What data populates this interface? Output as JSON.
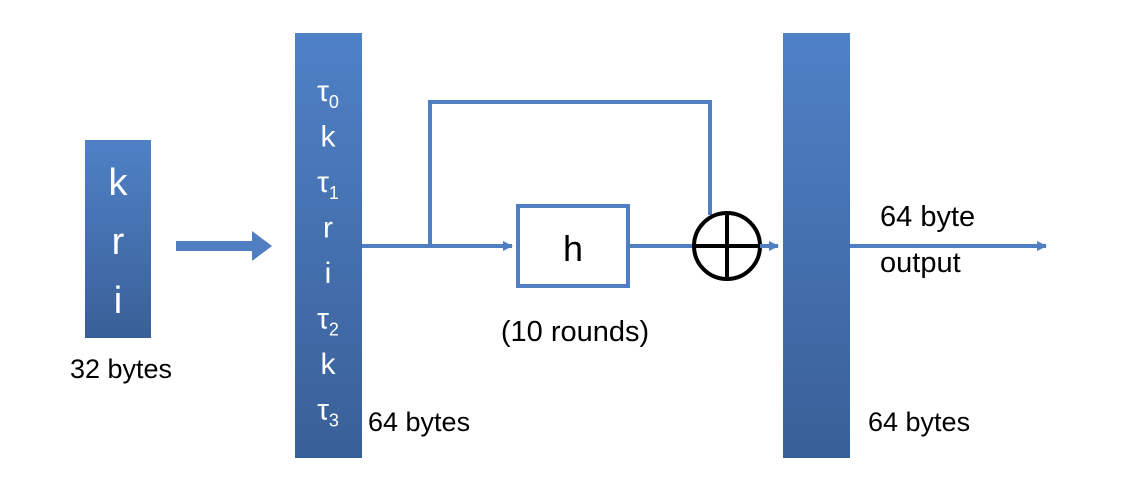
{
  "input_block": {
    "rows": [
      "k",
      "r",
      "i"
    ],
    "size_label": "32 bytes"
  },
  "state_block": {
    "rows": [
      {
        "base": "τ",
        "sub": "0"
      },
      {
        "base": "k",
        "sub": ""
      },
      {
        "base": "τ",
        "sub": "1"
      },
      {
        "base": "r",
        "sub": ""
      },
      {
        "base": "i",
        "sub": ""
      },
      {
        "base": "τ",
        "sub": "2"
      },
      {
        "base": "k",
        "sub": ""
      },
      {
        "base": "τ",
        "sub": "3"
      }
    ],
    "size_label": "64 bytes"
  },
  "hash_box": {
    "label": "h",
    "caption": "(10 rounds)"
  },
  "output_block": {
    "size_label": "64 bytes",
    "output_label_line1": "64 byte",
    "output_label_line2": "output"
  },
  "colors": {
    "block_top": "#4f81c7",
    "block_bottom": "#3a5f97",
    "arrow": "#4f7ec1",
    "box_border": "#4f7ec1",
    "xor_stroke": "#000000"
  }
}
